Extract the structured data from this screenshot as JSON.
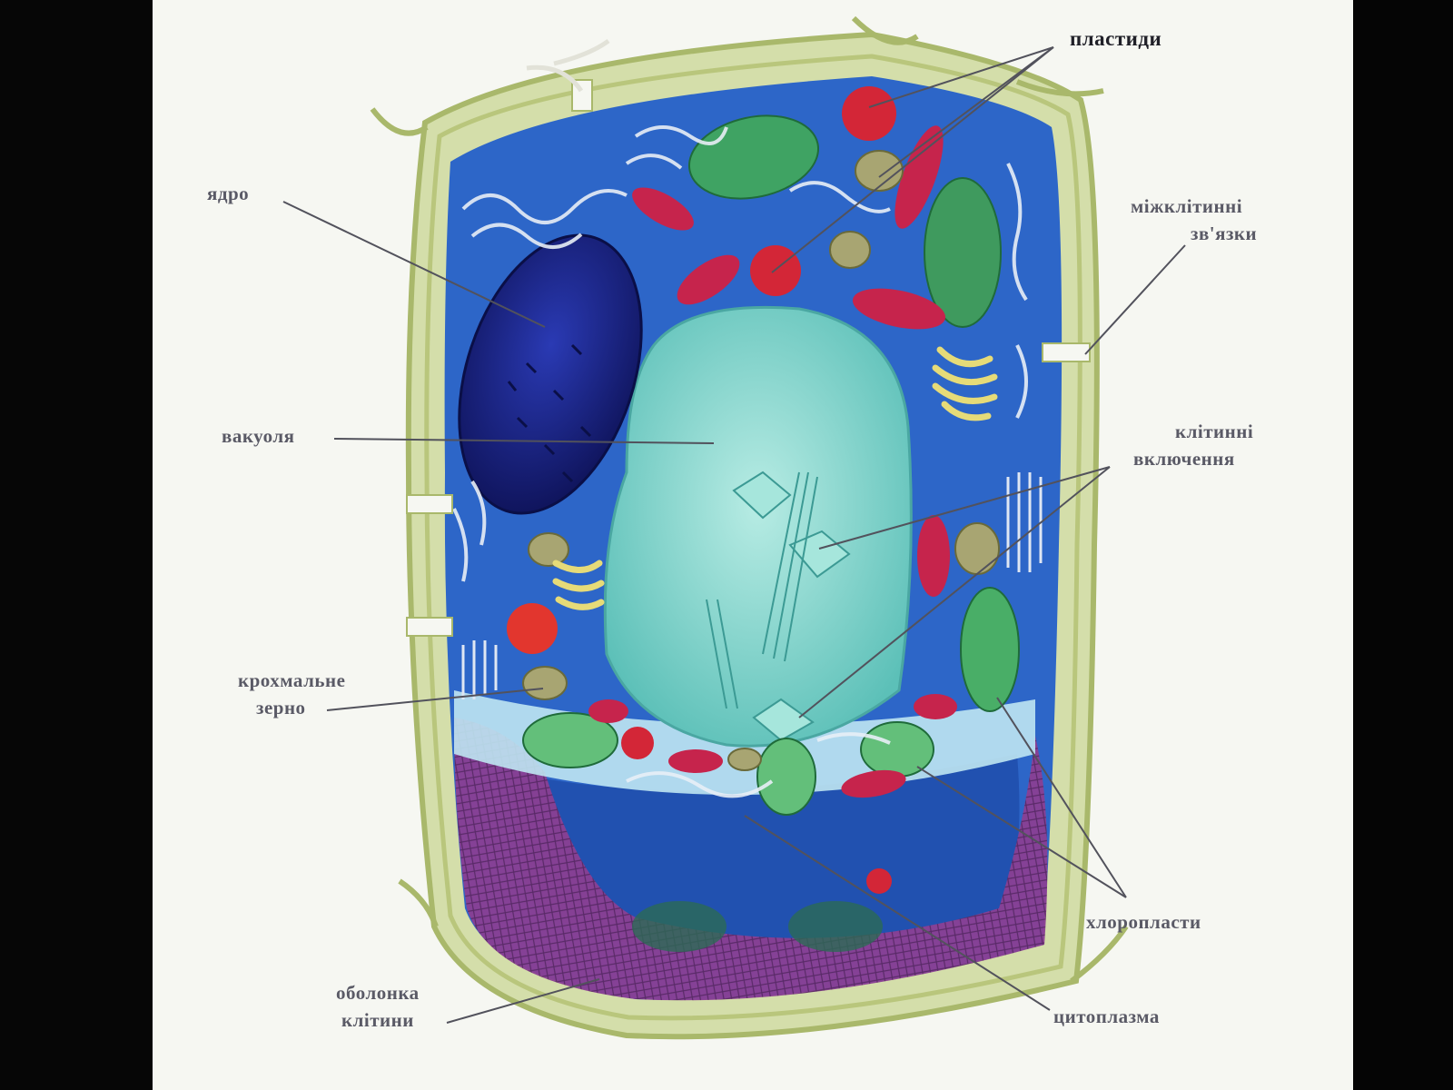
{
  "colors": {
    "page": "#f6f7f2",
    "wall": "#c8d592",
    "cytoplasm": "#2d66c8",
    "vacuole": "#8fd9d2",
    "nucleus": "#1b2596",
    "chloroplast": "#3fa363",
    "plastid_red": "#c6244c",
    "membrane_purple": "#8a3f93"
  },
  "labels": {
    "plastids": "пластиди",
    "intercell_1": "міжклітинні",
    "intercell_2": "зв'язки",
    "nucleus": "ядро",
    "vacuole": "вакуоля",
    "inclusions_1": "клітинні",
    "inclusions_2": "включення",
    "starch_1": "крохмальне",
    "starch_2": "зерно",
    "chloroplasts": "хлоропласти",
    "shell_1": "оболонка",
    "shell_2": "клітини",
    "cytoplasm": "цитоплазма"
  }
}
